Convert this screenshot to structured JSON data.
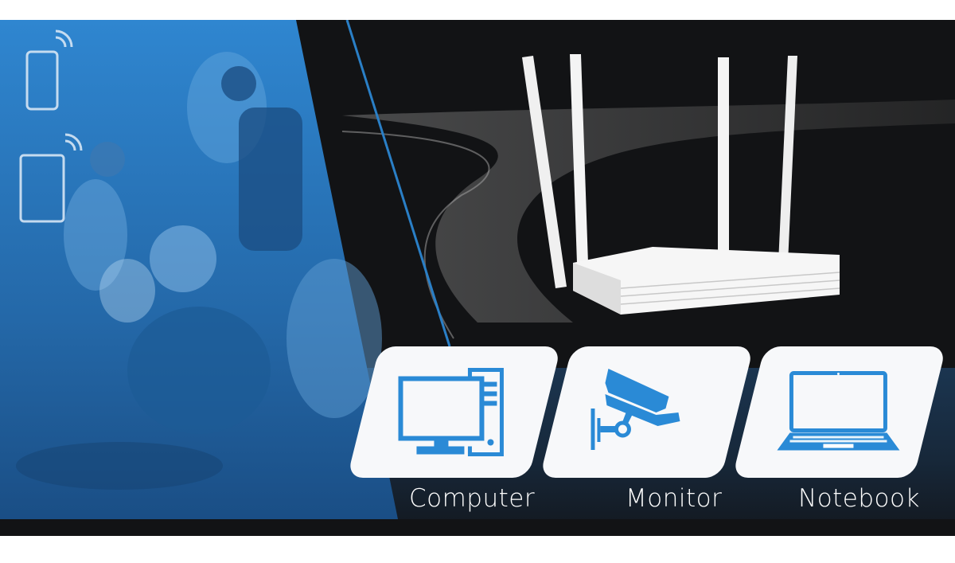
{
  "devices": [
    {
      "label": "Computer",
      "icon": "desktop-computer-icon"
    },
    {
      "label": "Monitor",
      "icon": "security-camera-icon"
    },
    {
      "label": "Notebook",
      "icon": "laptop-icon"
    }
  ],
  "colors": {
    "accent_blue": "#2a8ad6",
    "background": "#121315",
    "card": "#f7f8fa"
  }
}
